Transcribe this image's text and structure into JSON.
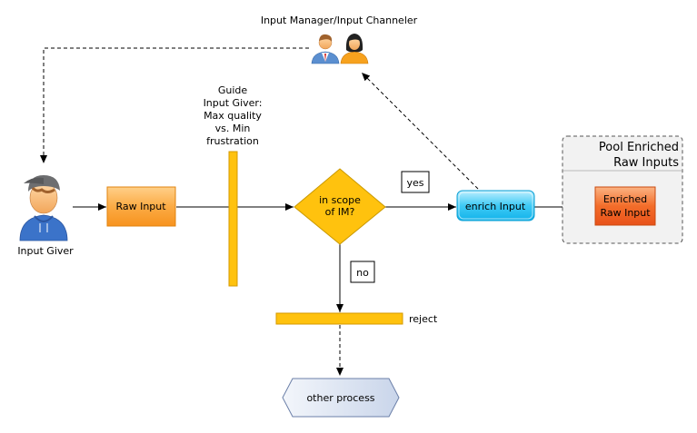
{
  "actors": {
    "input_manager_label": "Input Manager/Input Channeler",
    "input_giver_label": "Input Giver"
  },
  "guide_label": [
    "Guide",
    "Input Giver:",
    "Max quality",
    "vs. Min",
    "frustration"
  ],
  "nodes": {
    "raw_input": "Raw Input",
    "decision": [
      "in scope",
      "of IM?"
    ],
    "yes": "yes",
    "no": "no",
    "enrich_input": "enrich Input",
    "pool_title": [
      "Pool Enriched",
      "Raw Inputs"
    ],
    "enriched_raw_input": [
      "Enriched",
      "Raw Input"
    ],
    "reject": "reject",
    "other_process": "other process"
  },
  "colors": {
    "orange_box": "#f7941d",
    "gold_bar": "#ffc20e",
    "cyan_box": "#29c5f6",
    "enriched_box": "#f26522",
    "pool_border": "#666666",
    "hexagon": "#d6dff0"
  },
  "icons": [
    "person-icon",
    "user-icons"
  ]
}
